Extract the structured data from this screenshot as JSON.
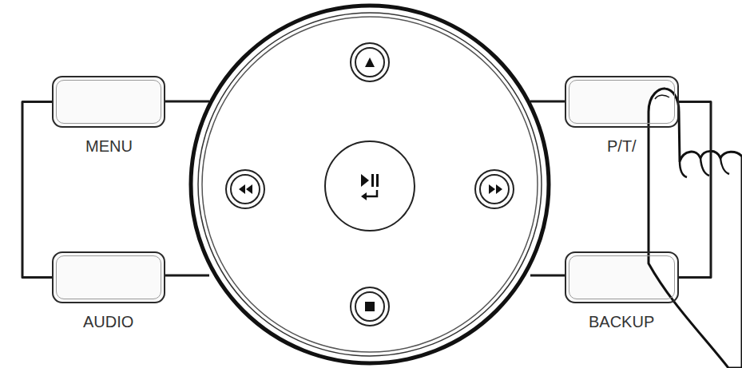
{
  "diagram": {
    "nodes": [
      {
        "text": [
          "MENU"
        ]
      },
      {
        "text": [
          "AUDIO"
        ]
      },
      {
        "text": [
          "P/T/"
        ]
      },
      {
        "text": [
          "BACKUP"
        ]
      }
    ],
    "edges": [
      {
        "from": 0,
        "to": 1,
        "arrow": "none"
      },
      {
        "from": 2,
        "to": 3,
        "arrow": "none"
      }
    ]
  }
}
